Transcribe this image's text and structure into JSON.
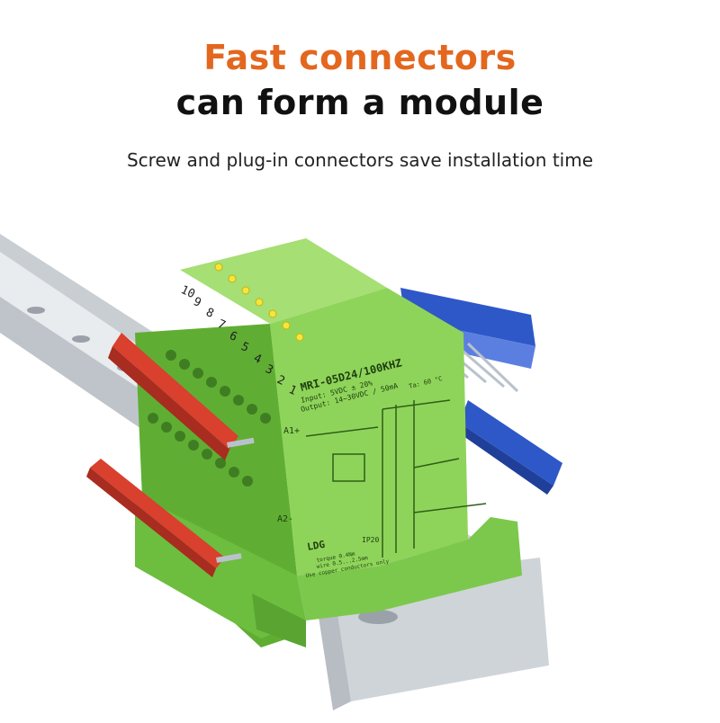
{
  "headline": {
    "line1": "Fast connectors",
    "line2": "can form a module",
    "subtitle": "Screw and plug-in connectors save installation time"
  },
  "colors": {
    "accent": "#E3671F",
    "title": "#111111",
    "subtitle": "#222222",
    "module_green": "#8FD45A",
    "module_green_dark": "#5FAE33",
    "jumper_red": "#D9402E",
    "jumper_blue": "#2E58C8",
    "rail": "#D7DCE1"
  },
  "product": {
    "label_model": "MRI-05D24/100KHZ",
    "label_input": "Input:   5VDC ± 20%",
    "label_output": "Output: 14~30VDC / 50mA",
    "label_temp": "Ta: 60 °C",
    "brand": "LDG",
    "ip_rating": "IP20",
    "torque_1": "torque 0.4Nm",
    "torque_2": "wire 0.5...2.5mm",
    "torque_3": "Use copper conductors only",
    "terminal_a1": "A1+",
    "terminal_a2": "A2-",
    "terminal_numbers": [
      "10",
      "9",
      "8",
      "7",
      "6",
      "5",
      "4",
      "3",
      "2",
      "1"
    ]
  }
}
